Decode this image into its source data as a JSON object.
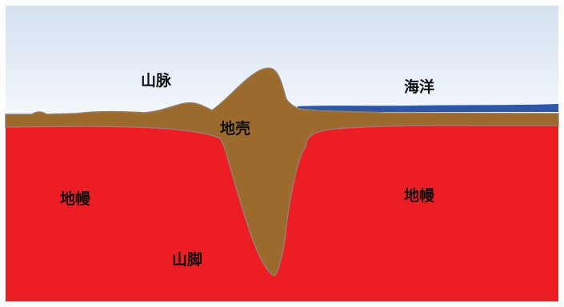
{
  "diagram": {
    "labels": {
      "mountain": "山脉",
      "ocean": "海洋",
      "crust": "地壳",
      "mantle_left": "地幔",
      "mantle_right": "地幔",
      "mountain_root": "山脚"
    },
    "colors": {
      "sky_top": "#d4e2f1",
      "sky_bottom": "#f4f7fb",
      "mantle": "#ec1e24",
      "crust": "#9c6a2c",
      "crust_edge": "#8a7a6a",
      "ocean": "#2e56a6"
    }
  }
}
